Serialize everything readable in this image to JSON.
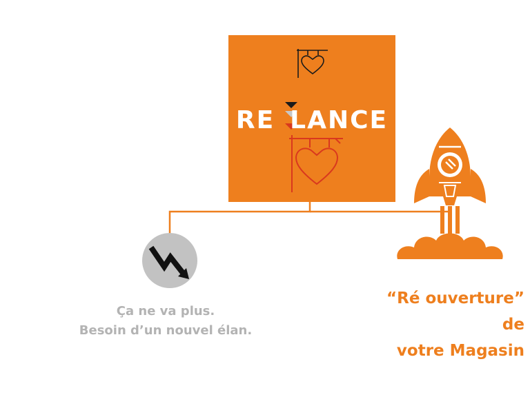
{
  "logo": {
    "left_text": "RE",
    "right_text": "LANCE",
    "background": "#ee7f1e",
    "icons": [
      "sign-heart-icon",
      "chevron-arrows-icon"
    ]
  },
  "left_node": {
    "icon": "trend-down-arrow-icon",
    "lines": [
      "Ça ne va plus.",
      "Besoin d’un nouvel élan."
    ],
    "color": "#b3b3b3"
  },
  "right_node": {
    "icon": "rocket-launch-icon",
    "lines": [
      "“Ré ouverture”",
      "de",
      "votre Magasin"
    ],
    "color": "#ee7f1e"
  }
}
